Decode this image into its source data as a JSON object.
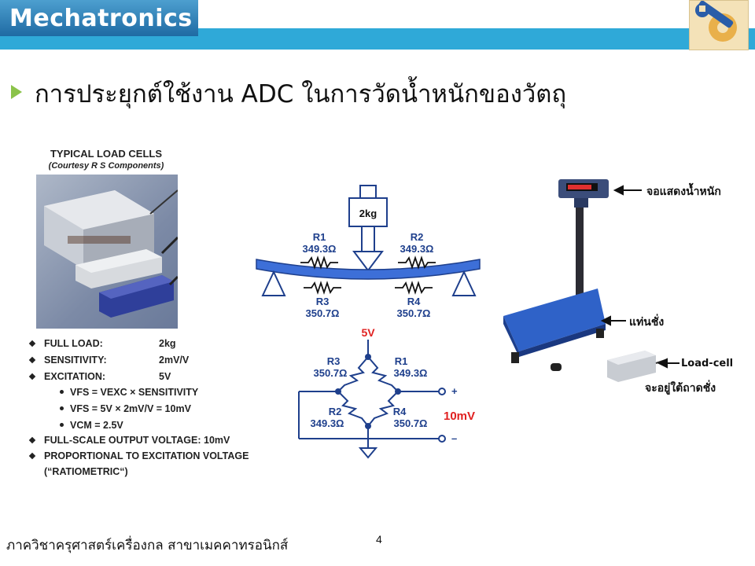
{
  "header": {
    "title": "Mechatronics",
    "logo_icon": "wrench-gear-icon"
  },
  "heading": "การประยุกต์ใช้งาน ADC ในการวัดน้ำหนักของวัตถุ",
  "load_cells": {
    "title": "TYPICAL LOAD CELLS",
    "subtitle": "(Courtesy R S Components)",
    "specs": [
      {
        "label": "FULL LOAD:",
        "value": "2kg"
      },
      {
        "label": "SENSITIVITY:",
        "value": "2mV/V"
      },
      {
        "label": "EXCITATION:",
        "value": "5V"
      }
    ],
    "formulas": [
      "VFS = VEXC × SENSITIVITY",
      "VFS = 5V × 2mV/V = 10mV",
      "VCM = 2.5V"
    ],
    "notes": [
      "FULL-SCALE OUTPUT VOLTAGE: 10mV",
      "PROPORTIONAL TO EXCITATION VOLTAGE",
      "(“RATIOMETRIC“)"
    ]
  },
  "beam": {
    "weight": "2kg",
    "r1": "R1",
    "r1_val": "349.3Ω",
    "r2": "R2",
    "r2_val": "349.3Ω",
    "r3": "R3",
    "r3_val": "350.7Ω",
    "r4": "R4",
    "r4_val": "350.7Ω"
  },
  "bridge": {
    "supply": "5V",
    "r3": "R3",
    "r3_val": "350.7Ω",
    "r1": "R1",
    "r1_val": "349.3Ω",
    "r2": "R2",
    "r2_val": "349.3Ω",
    "r4": "R4",
    "r4_val": "350.7Ω",
    "plus": "+",
    "minus": "–",
    "output": "10mV"
  },
  "scale_labels": {
    "display": "จอแสดงน้ำหนัก",
    "platform": "แท่นชั่ง",
    "loadcell": "Load-cell",
    "under_tray": "จะอยู่ใต้ถาดชั่ง"
  },
  "colors": {
    "header_blue": "#2fa9d8",
    "output_red": "#e02020",
    "bridge_blue": "#1e3f8c"
  },
  "footer": "ภาควิชาครุศาสตร์เครื่องกล สาขาเมคคาทรอนิกส์",
  "page_number": "4"
}
